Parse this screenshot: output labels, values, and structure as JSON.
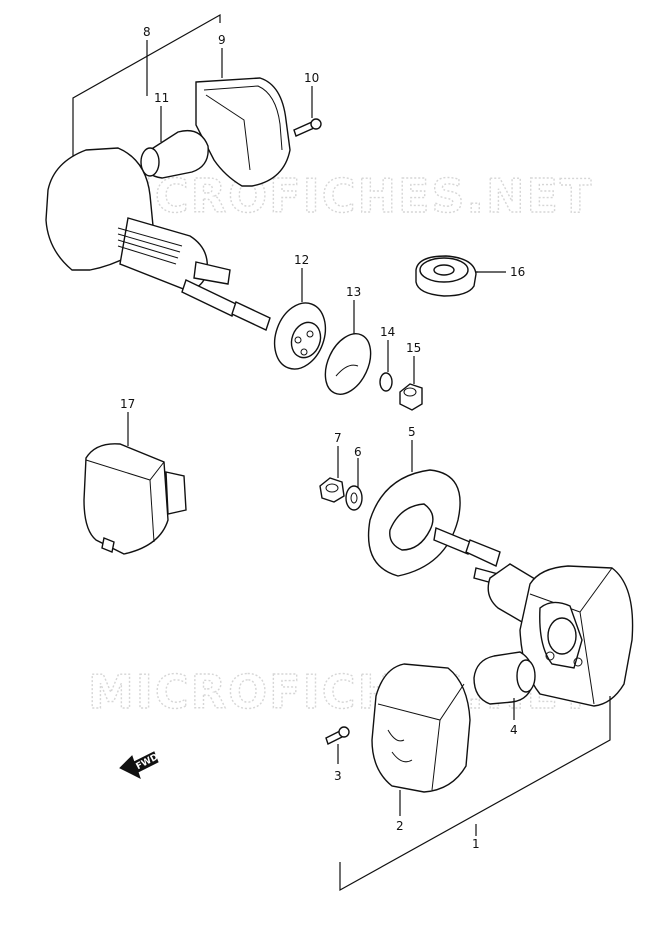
{
  "watermark": "MICROFICHES.NET",
  "fwd_label": "FWD",
  "callouts": [
    "1",
    "2",
    "3",
    "4",
    "5",
    "6",
    "7",
    "8",
    "9",
    "10",
    "11",
    "12",
    "13",
    "14",
    "15",
    "16",
    "17"
  ]
}
